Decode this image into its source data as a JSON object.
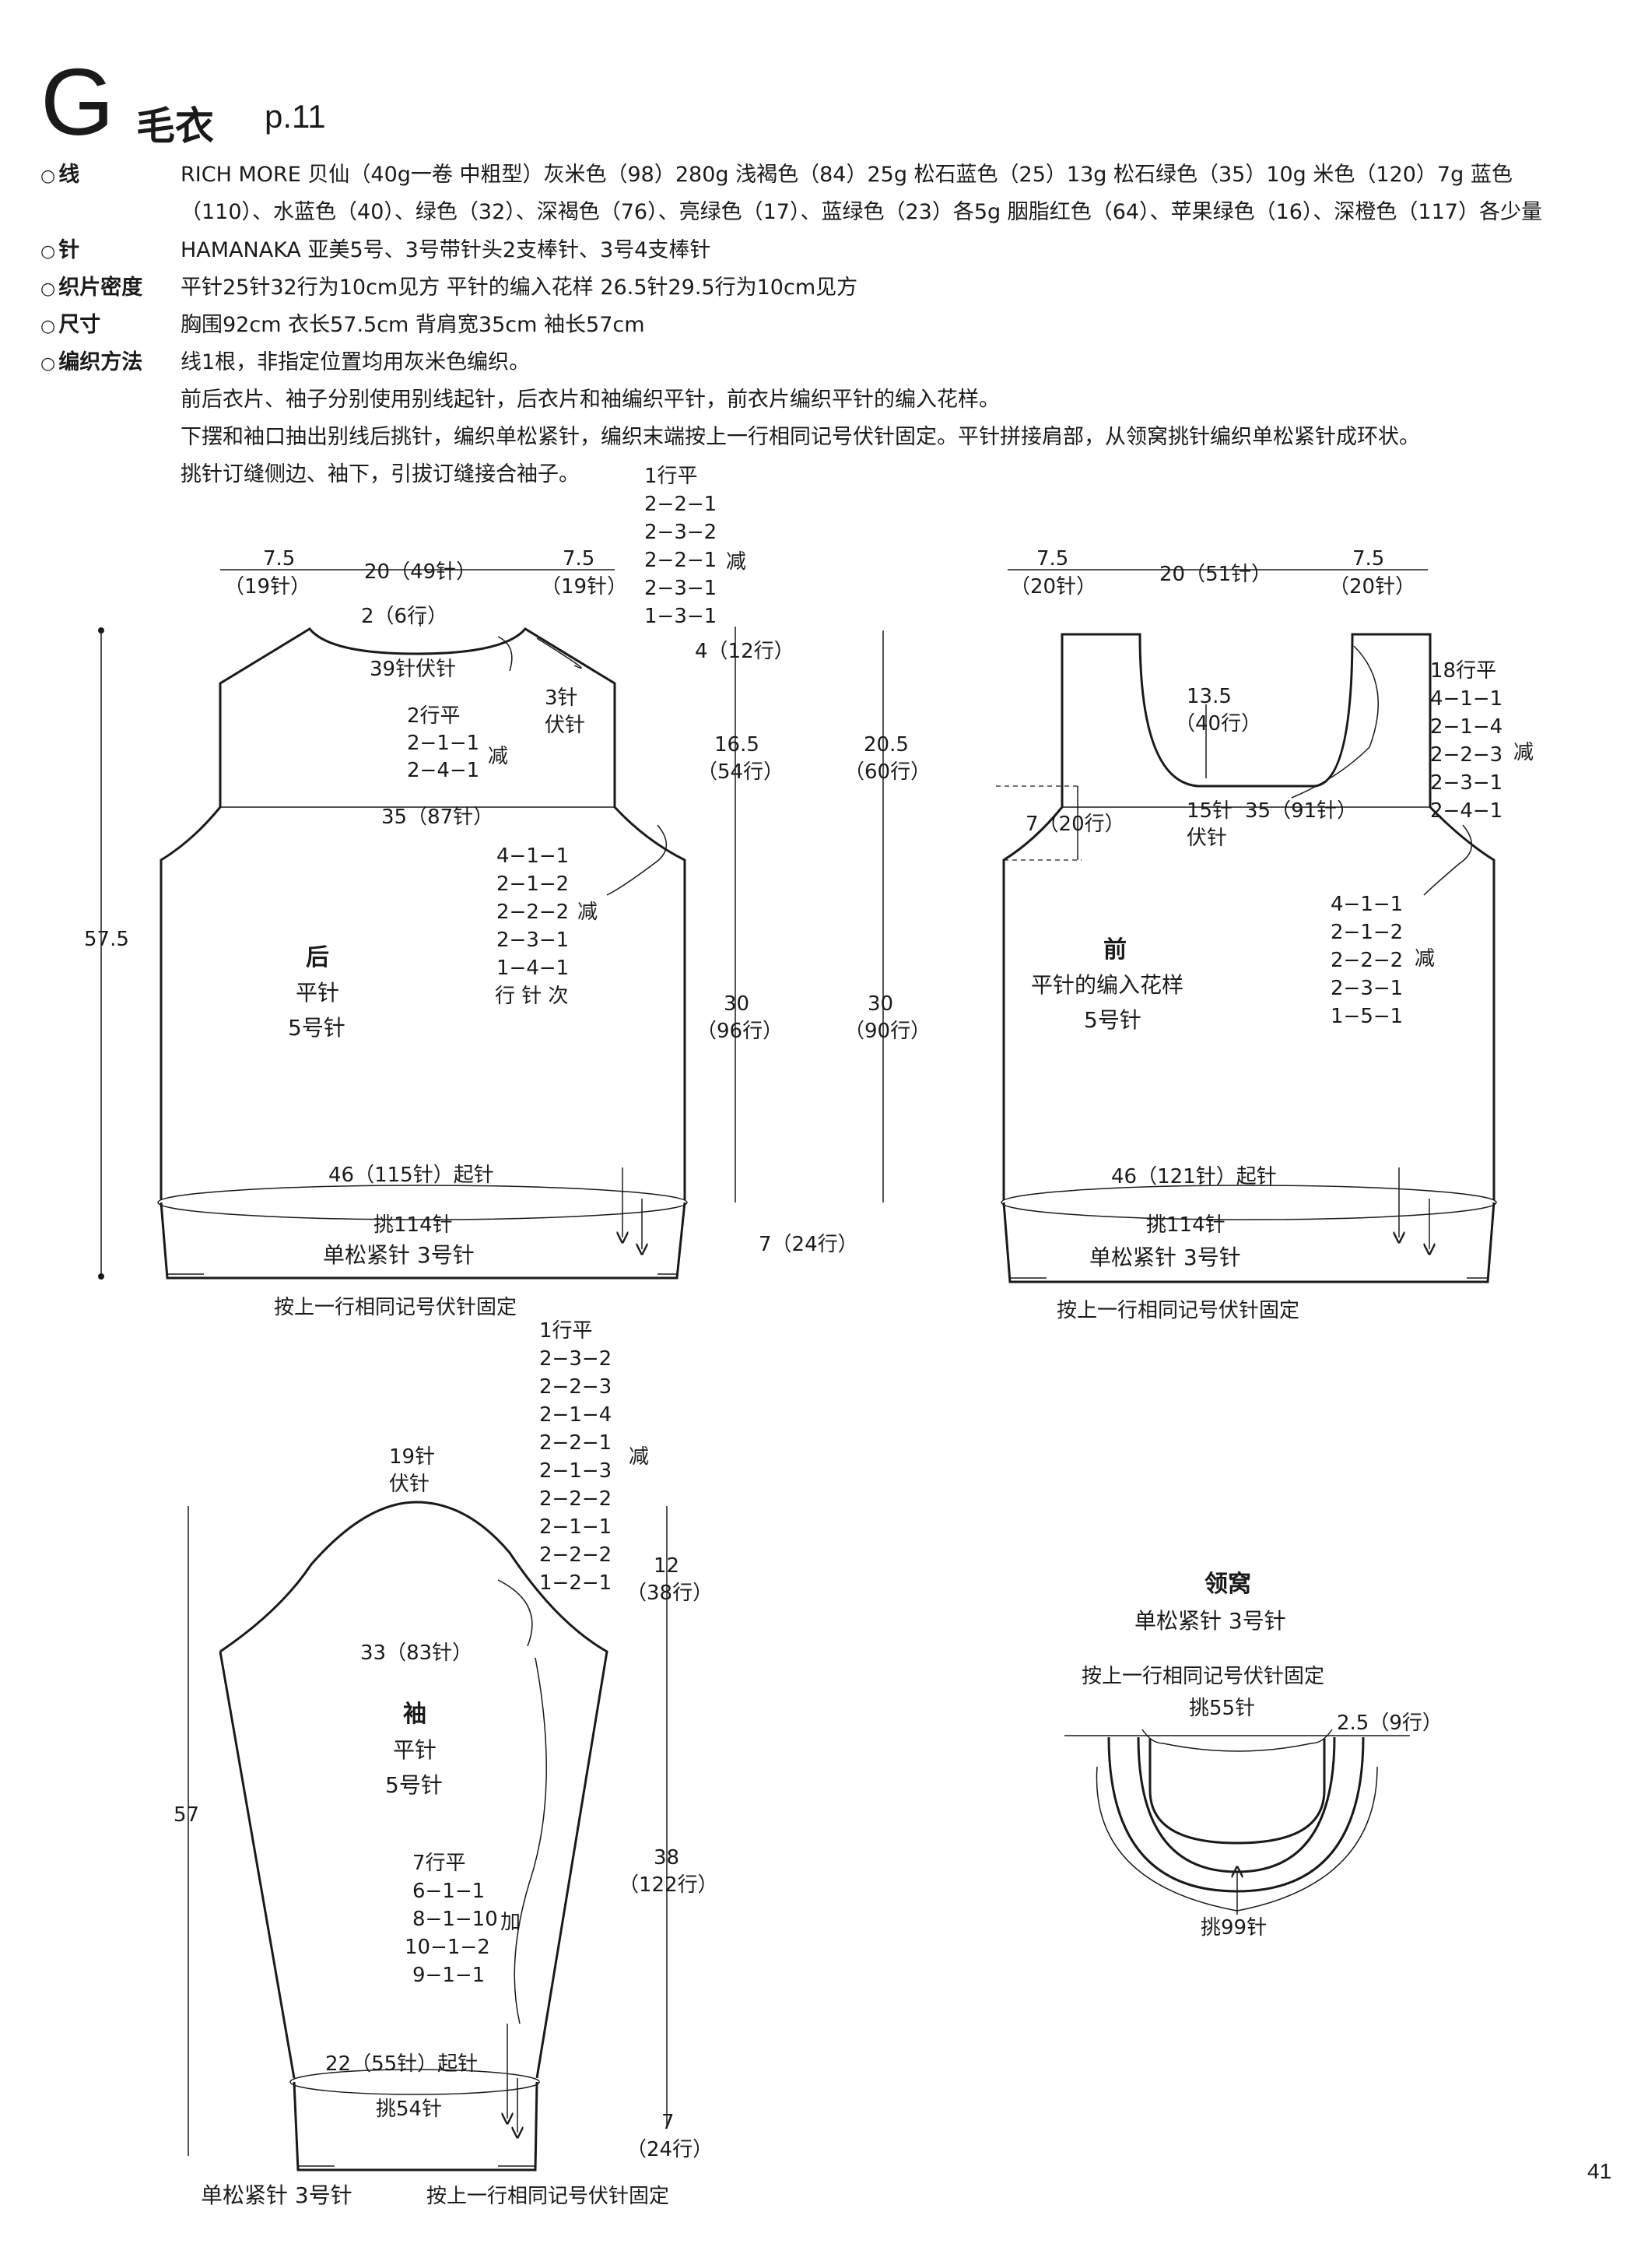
{
  "header": {
    "letter": "G",
    "title": "毛衣",
    "page_ref": "p.11"
  },
  "specs": {
    "yarn_label": "线",
    "yarn_line1": "RICH MORE 贝仙（40g一卷 中粗型）灰米色（98）280g  浅褐色（84）25g  松石蓝色（25）13g  松石绿色（35）10g  米色（120）7g  蓝色",
    "yarn_line2": "（110）、水蓝色（40）、绿色（32）、深褐色（76）、亮绿色（17）、蓝绿色（23）各5g  胭脂红色（64）、苹果绿色（16）、深橙色（117）各少量",
    "needle_label": "针",
    "needle_line": "HAMANAKA 亚美5号、3号带针头2支棒针、3号4支棒针",
    "gauge_label": "织片密度",
    "gauge_line": "平针25针32行为10cm见方  平针的编入花样  26.5针29.5行为10cm见方",
    "size_label": "尺寸",
    "size_line": "胸围92cm  衣长57.5cm  背肩宽35cm  袖长57cm",
    "method_label": "编织方法",
    "method_lines": [
      "线1根，非指定位置均用灰米色编织。",
      "前后衣片、袖子分别使用别线起针，后衣片和袖编织平针，前衣片编织平针的编入花样。",
      "下摆和袖口抽出别线后挑针，编织单松紧针，编织末端按上一行相同记号伏针固定。平针拼接肩部，从领窝挑针编织单松紧针成环状。",
      "挑针订缝侧边、袖下，引拔订缝接合袖子。"
    ]
  },
  "back": {
    "name": "后",
    "stitch": "平针",
    "needle": "5号针",
    "top_left": "7.5",
    "top_left_st": "（19针）",
    "top_mid": "20（49针）",
    "top_right": "7.5",
    "top_right_st": "（19针）",
    "neck_depth": "2（6行）",
    "neck_bind": "39针伏针",
    "shoulder_bind_a": "3针",
    "shoulder_bind_b": "伏针",
    "neck_dec": [
      "2行平",
      "2−1−1",
      "2−4−1"
    ],
    "dec_word": "减",
    "shoulder_dec": [
      "1行平",
      "2−2−1",
      "2−3−2",
      "2−2−1",
      "2−3−1",
      "1−3−1"
    ],
    "shoulder_width": "35（87针）",
    "arm_dec": [
      "4−1−1",
      "2−1−2",
      "2−2−2",
      "2−3−1",
      "1−4−1"
    ],
    "row_st_time": "行 针 次",
    "cast_on": "46（115针）起针",
    "pick": "挑114针",
    "rib": "单松紧针  3号针",
    "bindoff_note": "按上一行相同记号伏针固定",
    "total_len": "57.5",
    "shoulder_h": "4（12行）",
    "arm_h": "16.5",
    "arm_rows": "（54行）",
    "body_h": "30",
    "body_rows": "（96行）",
    "rib_h": "7（24行）"
  },
  "front": {
    "name": "前",
    "stitch": "平针的编入花样",
    "needle": "5号针",
    "top_left": "7.5",
    "top_left_st": "（20针）",
    "top_mid": "20（51针）",
    "top_right": "7.5",
    "top_right_st": "（20针）",
    "neck_depth": "13.5",
    "neck_rows": "（40行）",
    "neck_dec": [
      "18行平",
      "4−1−1",
      "2−1−4",
      "2−2−3",
      "2−3−1",
      "2−4−1"
    ],
    "center_bind_a": "15针",
    "center_bind_b": "伏针",
    "shoulder_width": "35（91针）",
    "neck_side": "7（20行）",
    "arm_dec": [
      "4−1−1",
      "2−1−2",
      "2−2−2",
      "2−3−1",
      "1−5−1"
    ],
    "cast_on": "46（121针）起针",
    "pick": "挑114针",
    "rib": "单松紧针  3号针",
    "bindoff_note": "按上一行相同记号伏针固定",
    "upper_h": "20.5",
    "upper_rows": "（60行）",
    "body_h": "30",
    "body_rows": "（90行）"
  },
  "sleeve": {
    "name": "袖",
    "stitch": "平针",
    "needle": "5号针",
    "top_bind_a": "19针",
    "top_bind_b": "伏针",
    "cap_dec": [
      "1行平",
      "2−3−2",
      "2−2−3",
      "2−1−4",
      "2−2−1",
      "2−1−3",
      "2−2−2",
      "2−1−1",
      "2−2−2",
      "1−2−1"
    ],
    "width": "33（83针）",
    "cap_h": "12",
    "cap_rows": "（38行）",
    "inc": [
      "7行平",
      "6−1−1",
      "8−1−10",
      "10−1−2",
      "9−1−1"
    ],
    "inc_word": "加",
    "total_len": "57",
    "body_h": "38",
    "body_rows": "（122行）",
    "cast_on": "22（55针）起针",
    "pick": "挑54针",
    "rib": "单松紧针  3号针",
    "bindoff_note": "按上一行相同记号伏针固定",
    "rib_h": "7",
    "rib_rows": "（24行）"
  },
  "collar": {
    "title": "领窝",
    "rib": "单松紧针  3号针",
    "bindoff_note": "按上一行相同记号伏针固定",
    "pick_top": "挑55针",
    "height": "2.5（9行）",
    "pick_bottom": "挑99针"
  },
  "page_number": "41"
}
